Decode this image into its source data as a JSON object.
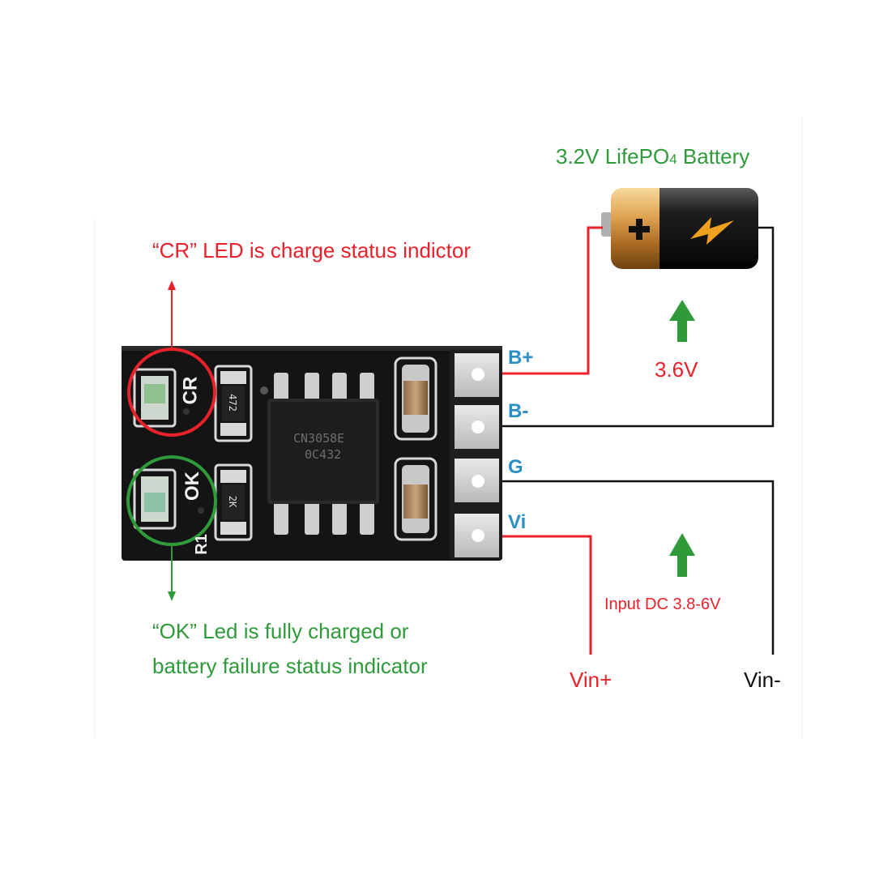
{
  "battery": {
    "title": "3.2V LifePO",
    "title_sub": "4",
    "title_suffix": " Battery"
  },
  "voltage_label": "3.6V",
  "input_label": "Input DC 3.8-6V",
  "cr_note": "“CR” LED is charge status indictor",
  "ok_note_line1": "“OK” Led is fully charged or",
  "ok_note_line2": "battery failure status indicator",
  "pins": {
    "b_plus": "B+",
    "b_minus": "B-",
    "g": "G",
    "vi": "Vi"
  },
  "vin_plus": "Vin+",
  "vin_minus": "Vin-",
  "board": {
    "cr_silk": "CR",
    "ok_silk": "OK",
    "r1_silk": "R1",
    "res_top": "472",
    "res_bottom": "2K",
    "ic_line1": "CN3058E",
    "ic_line2": "0C432"
  },
  "colors": {
    "red": "#e8212a",
    "green": "#2e9a3a",
    "blue": "#2a8fc4",
    "board": "#141414"
  }
}
